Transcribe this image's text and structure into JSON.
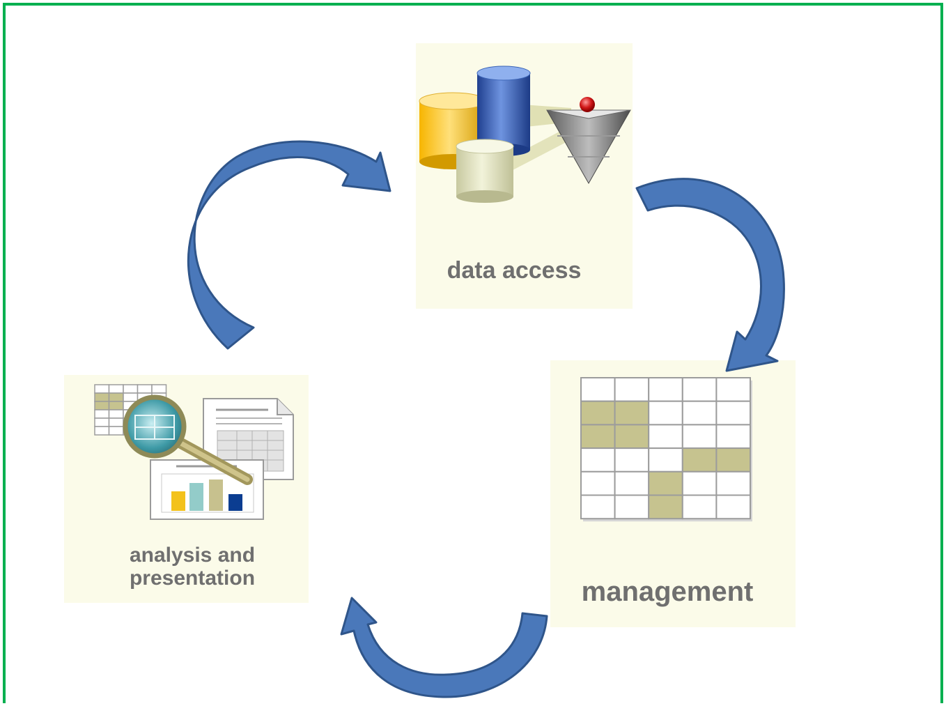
{
  "diagram": {
    "nodes": [
      {
        "id": "data-access",
        "label": "data access",
        "icon": "database-cylinders-funnel-icon"
      },
      {
        "id": "management",
        "label": "management",
        "icon": "grid-table-icon"
      },
      {
        "id": "analysis",
        "label_lines": [
          "analysis and",
          "presentation"
        ],
        "icon": "magnifier-report-chart-icon"
      }
    ],
    "cycle": [
      "analysis",
      "data-access",
      "management",
      "analysis"
    ],
    "colors": {
      "border": "#00b050",
      "panel": "#fbfbe9",
      "arrow": "#4a78ba",
      "arrow_edge": "#2f558a",
      "text": "#6f6f6f",
      "cyl_yellow": "#f4c542",
      "cyl_blue": "#3b64b6",
      "cyl_beige": "#dfe0b8",
      "grid_fill": "#c6c38f",
      "bar_yellow": "#f3c21c",
      "bar_teal": "#93ccc9",
      "bar_khaki": "#c7c18e",
      "bar_navy": "#0b3d91"
    }
  }
}
